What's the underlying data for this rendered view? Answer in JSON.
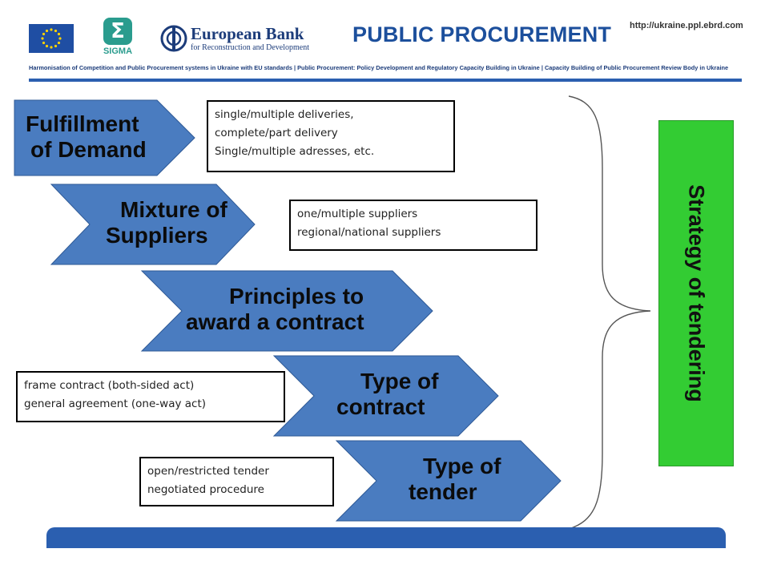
{
  "header": {
    "sigma_label": "SIGMA",
    "ebrd_name": "European Bank",
    "ebrd_subtitle": "for Reconstruction and Development",
    "title": "PUBLIC PROCUREMENT",
    "url": "http://ukraine.ppl.ebrd.com",
    "program_line": "Harmonisation of Competition and Public Procurement systems in Ukraine with EU standards  |  Public Procurement: Policy Development and Regulatory Capacity Building in Ukraine  |  Capacity Building of Public Procurement Review Body in Ukraine"
  },
  "chevrons": [
    {
      "line1": "Fulfillment",
      "line2": "of Demand"
    },
    {
      "line1": "Mixture of",
      "line2": "Suppliers"
    },
    {
      "line1": "Principles to",
      "line2": "award a contract"
    },
    {
      "line1": "Type of",
      "line2": "contract"
    },
    {
      "line1": "Type of",
      "line2": "tender"
    }
  ],
  "notes": [
    {
      "line1": "single/multiple deliveries,",
      "line2": "complete/part delivery",
      "line3": "Single/multiple adresses, etc."
    },
    {
      "line1": "one/multiple suppliers",
      "line2": "regional/national suppliers"
    },
    {
      "line1": "frame contract (both-sided act)",
      "line2": "general agreement (one-way act)"
    },
    {
      "line1": "open/restricted tender",
      "line2": "negotiated procedure"
    }
  ],
  "strategy_label": "Strategy of tendering",
  "colors": {
    "chevron_fill": "#4a7cc0",
    "strategy_fill": "#33cc33",
    "header_blue": "#1c4f9c",
    "footer_blue": "#2b5fb0"
  }
}
